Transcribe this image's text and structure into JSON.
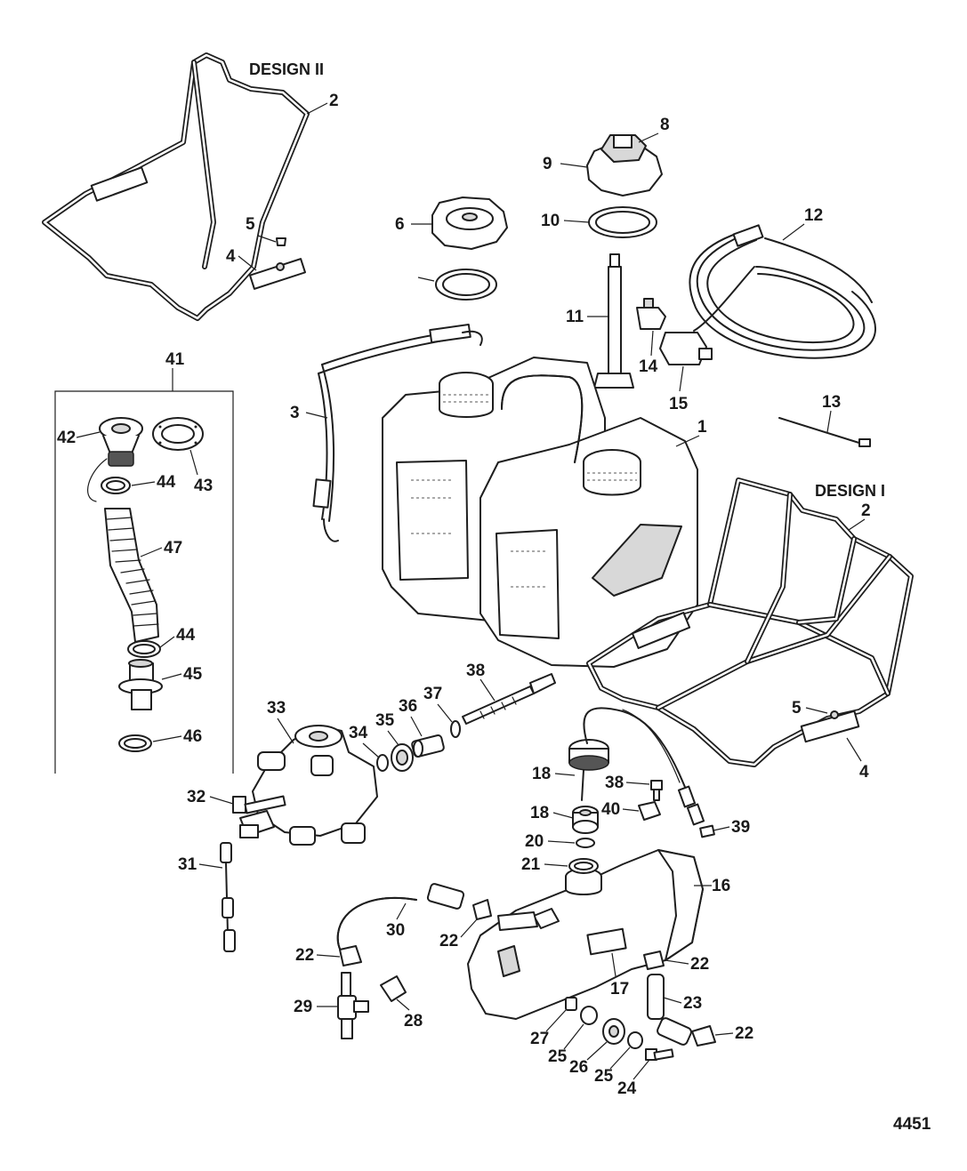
{
  "diagram": {
    "design_labels": {
      "design_2": "DESIGN II",
      "design_1": "DESIGN I"
    },
    "reference_number": "4451",
    "callouts": {
      "c1": "1",
      "c2a": "2",
      "c2b": "2",
      "c3": "3",
      "c4a": "4",
      "c4b": "4",
      "c5a": "5",
      "c5b": "5",
      "c6": "6",
      "c8": "8",
      "c9": "9",
      "c10": "10",
      "c11": "11",
      "c12": "12",
      "c13": "13",
      "c14": "14",
      "c15": "15",
      "c16": "16",
      "c17": "17",
      "c18a": "18",
      "c18b": "18",
      "c20": "20",
      "c21": "21",
      "c22a": "22",
      "c22b": "22",
      "c22c": "22",
      "c22d": "22",
      "c23": "23",
      "c24": "24",
      "c25a": "25",
      "c25b": "25",
      "c26": "26",
      "c27": "27",
      "c28": "28",
      "c29": "29",
      "c30": "30",
      "c31": "31",
      "c32": "32",
      "c33": "33",
      "c34": "34",
      "c35": "35",
      "c36": "36",
      "c37": "37",
      "c38a": "38",
      "c38b": "38",
      "c39": "39",
      "c40": "40",
      "c41": "41",
      "c42": "42",
      "c43": "43",
      "c44a": "44",
      "c44b": "44",
      "c45": "45",
      "c46": "46",
      "c47": "47"
    }
  }
}
